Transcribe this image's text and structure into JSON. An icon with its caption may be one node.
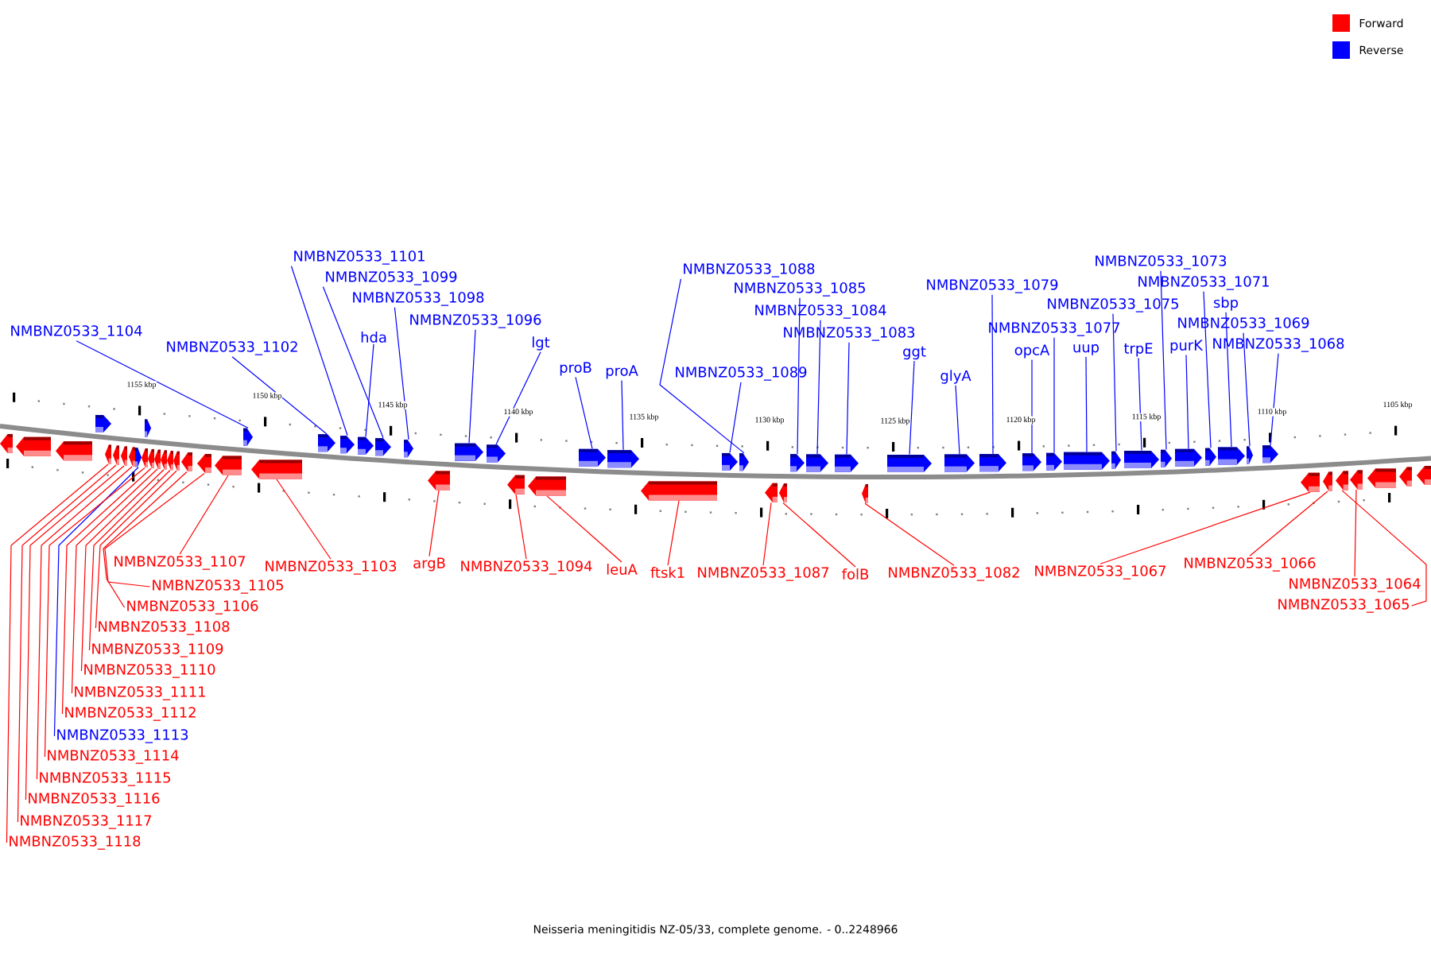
{
  "diagram": {
    "caption": "Neisseria meningitidis NZ-05/33, complete genome. - 0..2248966",
    "nodes": [
      {
        "text": [
          "NMBNZ0533_1101"
        ]
      },
      {
        "text": [
          "NMBNZ0533_1073"
        ]
      },
      {
        "text": [
          "NMBNZ0533_1099"
        ]
      },
      {
        "text": [
          "NMBNZ0533_1088"
        ]
      },
      {
        "text": [
          "NMBNZ0533_1071"
        ]
      },
      {
        "text": [
          "NMBNZ0533_1079"
        ]
      },
      {
        "text": [
          "NMBNZ0533_1085"
        ]
      },
      {
        "text": [
          "NMBNZ0533_1098"
        ]
      },
      {
        "text": [
          "NMBNZ0533_1075"
        ]
      },
      {
        "text": [
          "sbp"
        ]
      },
      {
        "text": [
          "NMBNZ0533_1084"
        ]
      },
      {
        "text": [
          "NMBNZ0533_1096"
        ]
      },
      {
        "text": [
          "NMBNZ0533_1077"
        ]
      },
      {
        "text": [
          "NMBNZ0533_1069"
        ]
      },
      {
        "text": [
          "NMBNZ0533_1104"
        ]
      },
      {
        "text": [
          "NMBNZ0533_1083"
        ]
      },
      {
        "text": [
          "hda"
        ]
      },
      {
        "text": [
          "lgt"
        ]
      },
      {
        "text": [
          "NMBNZ0533_1102"
        ]
      },
      {
        "text": [
          "opcA"
        ]
      },
      {
        "text": [
          "uup"
        ]
      },
      {
        "text": [
          "trpE"
        ]
      },
      {
        "text": [
          "purK"
        ]
      },
      {
        "text": [
          "NMBNZ0533_1068"
        ]
      },
      {
        "text": [
          "ggt"
        ]
      },
      {
        "text": [
          "proB"
        ]
      },
      {
        "text": [
          "proA"
        ]
      },
      {
        "text": [
          "NMBNZ0533_1089"
        ]
      },
      {
        "text": [
          "glyA"
        ]
      },
      {
        "text": [],
        "shape": "pentagon"
      },
      {
        "text": [],
        "shape": "pentagon"
      },
      {
        "text": [],
        "shape": "pentagon"
      },
      {
        "text": [],
        "shape": "pentagon"
      },
      {
        "text": [],
        "shape": "pentagon"
      },
      {
        "text": [],
        "shape": "pentagon"
      },
      {
        "text": [],
        "shape": "pentagon"
      },
      {
        "text": [],
        "shape": "pentagon"
      },
      {
        "text": [],
        "shape": "pentagon"
      },
      {
        "text": [],
        "shape": "pentagon"
      },
      {
        "text": [],
        "shape": "pentagon"
      },
      {
        "text": [],
        "shape": "pentagon"
      },
      {
        "text": [],
        "shape": "pentagon"
      },
      {
        "text": [],
        "shape": "pentagon"
      },
      {
        "text": [],
        "shape": "pentagon"
      },
      {
        "text": [],
        "shape": "pentagon"
      },
      {
        "text": [],
        "shape": "pentagon"
      },
      {
        "text": [],
        "shape": "pentagon"
      },
      {
        "text": [],
        "shape": "pentagon"
      },
      {
        "text": [],
        "shape": "pentagon"
      },
      {
        "text": [],
        "shape": "pentagon"
      },
      {
        "text": [],
        "shape": "pentagon"
      },
      {
        "text": [],
        "shape": "pentagon"
      },
      {
        "text": [],
        "shape": "pentagon"
      },
      {
        "text": [],
        "shape": "pentagon"
      },
      {
        "text": [],
        "shape": "pentagon"
      },
      {
        "text": [],
        "shape": "pentagon"
      },
      {
        "text": [],
        "shape": "pentagon"
      },
      {
        "text": [],
        "shape": "pentagon"
      },
      {
        "text": [],
        "shape": "pentagon"
      },
      {
        "text": [],
        "shape": "pentagon"
      },
      {
        "text": [],
        "shape": "pentagon"
      },
      {
        "text": [],
        "shape": "pentagon"
      },
      {
        "text": [],
        "shape": "pentagon"
      },
      {
        "text": [],
        "shape": "pentagon"
      },
      {
        "text": [],
        "shape": "pentagon"
      },
      {
        "text": [],
        "shape": "pentagon"
      },
      {
        "text": [],
        "shape": "pentagon"
      },
      {
        "text": [],
        "shape": "pentagon"
      },
      {
        "text": [],
        "shape": "pentagon"
      },
      {
        "text": [],
        "shape": "pentagon"
      },
      {
        "text": [],
        "shape": "pentagon"
      },
      {
        "text": [],
        "shape": "pentagon"
      },
      {
        "text": [],
        "shape": "pentagon"
      },
      {
        "text": [],
        "shape": "pentagon"
      },
      {
        "text": [],
        "shape": "pentagon"
      },
      {
        "text": [],
        "shape": "pentagon"
      },
      {
        "text": [],
        "shape": "pentagon"
      },
      {
        "text": [],
        "shape": "pentagon"
      },
      {
        "text": [],
        "shape": "pentagon"
      },
      {
        "text": [],
        "shape": "pentagon"
      },
      {
        "text": [],
        "shape": "pentagon"
      },
      {
        "text": [],
        "shape": "pentagon"
      },
      {
        "text": [],
        "shape": "pentagon"
      },
      {
        "text": [],
        "shape": "pentagon"
      },
      {
        "text": [
          "NMBNZ0533_1107"
        ]
      },
      {
        "text": [
          "NMBNZ0533_1103"
        ]
      },
      {
        "text": [
          "argB"
        ]
      },
      {
        "text": [
          "NMBNZ0533_1094"
        ]
      },
      {
        "text": [
          "leuA"
        ]
      },
      {
        "text": [
          "ftsk1"
        ]
      },
      {
        "text": [
          "NMBNZ0533_1087"
        ]
      },
      {
        "text": [
          "folB"
        ]
      },
      {
        "text": [
          "NMBNZ0533_1082"
        ]
      },
      {
        "text": [
          "NMBNZ0533_1067"
        ]
      },
      {
        "text": [
          "NMBNZ0533_1066"
        ]
      },
      {
        "text": [
          "NMBNZ0533_1064"
        ]
      },
      {
        "text": [
          "NMBNZ0533_1105"
        ]
      },
      {
        "text": [
          "NMBNZ0533_1065"
        ]
      },
      {
        "text": [
          "NMBNZ0533_1106"
        ]
      },
      {
        "text": [
          "NMBNZ0533_1108"
        ]
      },
      {
        "text": [
          "NMBNZ0533_1109"
        ]
      },
      {
        "text": [
          "NMBNZ0533_1110"
        ]
      },
      {
        "text": [
          "NMBNZ0533_1111"
        ]
      },
      {
        "text": [
          "NMBNZ0533_1112"
        ]
      },
      {
        "text": [
          "NMBNZ0533_1113"
        ]
      },
      {
        "text": [
          "NMBNZ0533_1114"
        ]
      },
      {
        "text": [
          "NMBNZ0533_1115"
        ]
      },
      {
        "text": [
          "NMBNZ0533_1116"
        ]
      },
      {
        "text": [
          "NMBNZ0533_1117"
        ]
      },
      {
        "text": [
          "NMBNZ0533_1118"
        ]
      },
      {
        "text": [],
        "shape": "pentagon"
      },
      {
        "text": [],
        "shape": "pentagon"
      },
      {
        "text": [],
        "shape": "pentagon"
      },
      {
        "text": [],
        "shape": "pentagon"
      },
      {
        "text": [],
        "shape": "pentagon"
      },
      {
        "text": [],
        "shape": "pentagon"
      },
      {
        "text": [],
        "shape": "pentagon"
      },
      {
        "text": [],
        "shape": "pentagon"
      }
    ],
    "edges": [
      {
        "from": 0,
        "to": 46,
        "arrow": "none"
      },
      {
        "from": 1,
        "to": 74,
        "arrow": "none"
      },
      {
        "from": 2,
        "to": 48,
        "arrow": "none"
      },
      {
        "from": 3,
        "to": 59,
        "arrow": "none"
      },
      {
        "from": 4,
        "to": 76,
        "arrow": "none"
      },
      {
        "from": 5,
        "to": 68,
        "arrow": "none"
      },
      {
        "from": 6,
        "to": 62,
        "arrow": "none"
      },
      {
        "from": 7,
        "to": 49,
        "arrow": "none"
      },
      {
        "from": 8,
        "to": 72,
        "arrow": "none"
      },
      {
        "from": 9,
        "to": 77,
        "arrow": "none"
      },
      {
        "from": 10,
        "to": 63,
        "arrow": "none"
      },
      {
        "from": 11,
        "to": 51,
        "arrow": "none"
      },
      {
        "from": 12,
        "to": 70,
        "arrow": "none"
      },
      {
        "from": 13,
        "to": 78,
        "arrow": "none"
      },
      {
        "from": 14,
        "to": 43,
        "arrow": "none"
      },
      {
        "from": 15,
        "to": 64,
        "arrow": "none"
      },
      {
        "from": 16,
        "to": 47,
        "arrow": "none"
      },
      {
        "from": 17,
        "to": 52,
        "arrow": "none"
      },
      {
        "from": 18,
        "to": 45,
        "arrow": "none"
      },
      {
        "from": 19,
        "to": 69,
        "arrow": "none"
      },
      {
        "from": 20,
        "to": 71,
        "arrow": "none"
      },
      {
        "from": 21,
        "to": 73,
        "arrow": "none"
      },
      {
        "from": 22,
        "to": 75,
        "arrow": "none"
      },
      {
        "from": 23,
        "to": 79,
        "arrow": "none"
      },
      {
        "from": 24,
        "to": 66,
        "arrow": "none"
      },
      {
        "from": 25,
        "to": 55,
        "arrow": "none"
      },
      {
        "from": 26,
        "to": 56,
        "arrow": "none"
      },
      {
        "from": 27,
        "to": 58,
        "arrow": "none"
      },
      {
        "from": 28,
        "to": 67,
        "arrow": "none"
      },
      {
        "from": 84,
        "to": 42,
        "arrow": "none",
        "color": "#ff0000"
      },
      {
        "from": 85,
        "to": 44,
        "arrow": "none",
        "color": "#ff0000"
      },
      {
        "from": 86,
        "to": 50,
        "arrow": "none",
        "color": "#ff0000"
      },
      {
        "from": 87,
        "to": 53,
        "arrow": "none",
        "color": "#ff0000"
      },
      {
        "from": 88,
        "to": 54,
        "arrow": "none",
        "color": "#ff0000"
      },
      {
        "from": 89,
        "to": 57,
        "arrow": "none",
        "color": "#ff0000"
      },
      {
        "from": 90,
        "to": 60,
        "arrow": "none",
        "color": "#ff0000"
      },
      {
        "from": 91,
        "to": 61,
        "arrow": "none",
        "color": "#ff0000"
      },
      {
        "from": 92,
        "to": 65,
        "arrow": "none",
        "color": "#ff0000"
      },
      {
        "from": 93,
        "to": 80,
        "arrow": "none",
        "color": "#ff0000"
      },
      {
        "from": 94,
        "to": 81,
        "arrow": "none",
        "color": "#ff0000"
      },
      {
        "from": 95,
        "to": 83,
        "arrow": "none",
        "color": "#ff0000"
      },
      {
        "from": 96,
        "to": 41,
        "arrow": "none",
        "color": "#ff0000"
      },
      {
        "from": 97,
        "to": 82,
        "arrow": "none",
        "color": "#ff0000"
      },
      {
        "from": 98,
        "to": 40,
        "arrow": "none",
        "color": "#ff0000"
      },
      {
        "from": 99,
        "to": 39,
        "arrow": "none",
        "color": "#ff0000"
      },
      {
        "from": 100,
        "to": 38,
        "arrow": "none",
        "color": "#ff0000"
      },
      {
        "from": 101,
        "to": 37,
        "arrow": "none",
        "color": "#ff0000"
      },
      {
        "from": 102,
        "to": 36,
        "arrow": "none",
        "color": "#ff0000"
      },
      {
        "from": 103,
        "to": 35,
        "arrow": "none",
        "color": "#ff0000"
      },
      {
        "from": 104,
        "to": 33,
        "arrow": "none"
      },
      {
        "from": 105,
        "to": 34,
        "arrow": "none",
        "color": "#ff0000"
      },
      {
        "from": 106,
        "to": 32,
        "arrow": "none",
        "color": "#ff0000"
      },
      {
        "from": 107,
        "to": 31,
        "arrow": "none",
        "color": "#ff0000"
      },
      {
        "from": 108,
        "to": 30,
        "arrow": "none",
        "color": "#ff0000"
      },
      {
        "from": 109,
        "to": 29,
        "arrow": "none",
        "color": "#ff0000"
      }
    ],
    "labels": [
      "1155 kbp",
      "1150 kbp",
      "1145 kbp",
      "1140 kbp",
      "1135 kbp",
      "1130 kbp",
      "1125 kbp",
      "1120 kbp",
      "1115 kbp",
      "1110 kbp",
      "1105 kbp"
    ],
    "legend": [
      {
        "text": "Forward",
        "color": "#ff0000"
      },
      {
        "text": "Reverse",
        "color": "#0000ff"
      }
    ]
  }
}
